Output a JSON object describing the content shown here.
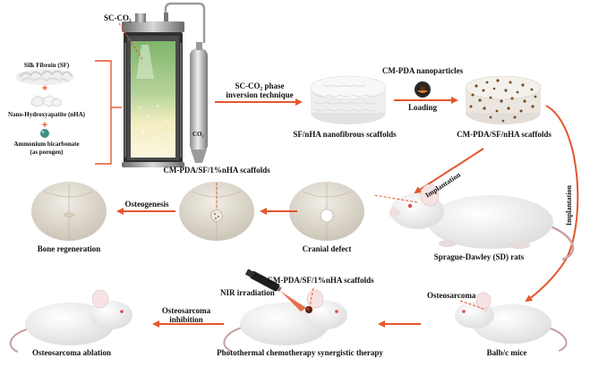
{
  "labels": {
    "sc_co2": "SC-CO₂",
    "silk_fibroin": "Silk Fibroin (SF)",
    "nano_ha": "Nano-Hydroxyapatite (nHA)",
    "ammonium_bicarbonate": "Ammonium bicarbonate",
    "as_porogen": "(as porogen)",
    "co2_tank": "CO₂",
    "phase_inversion_1": "SC-CO₂ phase",
    "phase_inversion_2": "inversion technique",
    "sf_nha_scaffolds": "SF/nHA nanofibrous scaffolds",
    "cm_pda_nanoparticles": "CM-PDA nanoparticles",
    "loading": "Loading",
    "cm_pda_sf_nha_scaffolds": "CM-PDA/SF/nHA scaffolds",
    "implantation_rats": "Implantation",
    "implantation_mice": "Implantation",
    "cm_pda_sf_1nha_top": "CM-PDA/SF/1%nHA scaffolds",
    "osteogenesis": "Osteogenesis",
    "bone_regeneration": "Bone regeneration",
    "cranial_defect": "Cranial defect",
    "sd_rats": "Sprague-Dawley (SD) rats",
    "osteosarcoma": "Osteosarcoma",
    "balb_c_mice": "Balb/c mice",
    "cm_pda_sf_1nha_bottom": "CM-PDA/SF/1%nHA scaffolds",
    "nir_irradiation": "NIR irradiation",
    "osteosarcoma_inhibition_1": "Osteosarcoma",
    "osteosarcoma_inhibition_2": "inhibition",
    "photothermal_therapy": "Photothermal chemotherapy synergistic therapy",
    "osteosarcoma_ablation": "Osteosarcoma ablation"
  },
  "colors": {
    "arrow": "#e4572e",
    "dashed": "#e4572e",
    "scaffold_white": "#f4f4f4",
    "scaffold_dots": "#7a4a1e",
    "skull": "#dcd6cc",
    "liquid_top": "#8fbf7a",
    "liquid_bottom": "#f6f1c8"
  }
}
